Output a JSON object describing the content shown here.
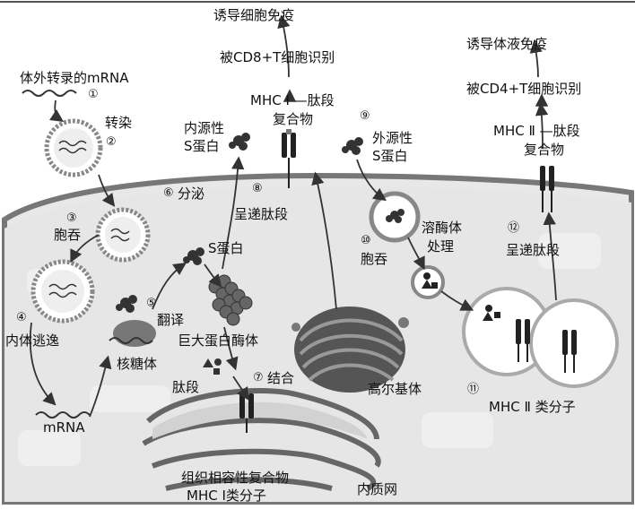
{
  "labels": {
    "mrna_source": "体外转录的mRNA",
    "transfect": "转染",
    "endocytosis": "胞吞",
    "endosome_escape": "内体逃逸",
    "mrna": "mRNA",
    "ribosome": "核糖体",
    "translate": "翻译",
    "s_protein_inner": "S蛋白",
    "proteasome": "巨大蛋白酶体",
    "peptide": "肽段",
    "bind": "结合",
    "mhc_complex_line1": "组织相容性复合物",
    "mhc_complex_line2": "MHC Ⅰ类分子",
    "er": "内质网",
    "golgi": "高尔基体",
    "secrete": "分泌",
    "endogenous_line1": "内源性",
    "endogenous_line2": "S蛋白",
    "present_peptide_8": "呈递肽段",
    "mhc1_complex_line1": "MHC Ⅰ —肽段",
    "mhc1_complex_line2": "复合物",
    "cd8_recognition": "被CD8+T细胞识别",
    "cell_immunity": "诱导细胞免疫",
    "exogenous_line1": "外源性",
    "exogenous_line2": "S蛋白",
    "lysosome_line1": "溶酶体",
    "lysosome_line2": "处理",
    "endocytosis_10": "胞吞",
    "mhc2_molecule": "MHC Ⅱ 类分子",
    "present_peptide_12": "呈递肽段",
    "mhc2_complex_line1": "MHC Ⅱ —肽段",
    "mhc2_complex_line2": "复合物",
    "cd4_recognition": "被CD4+T细胞识别",
    "humoral_immunity": "诱导体液免疫"
  },
  "steps": [
    "①",
    "②",
    "③",
    "④",
    "⑤",
    "⑥",
    "⑦",
    "⑧",
    "⑨",
    "⑩",
    "⑪",
    "⑫"
  ]
}
